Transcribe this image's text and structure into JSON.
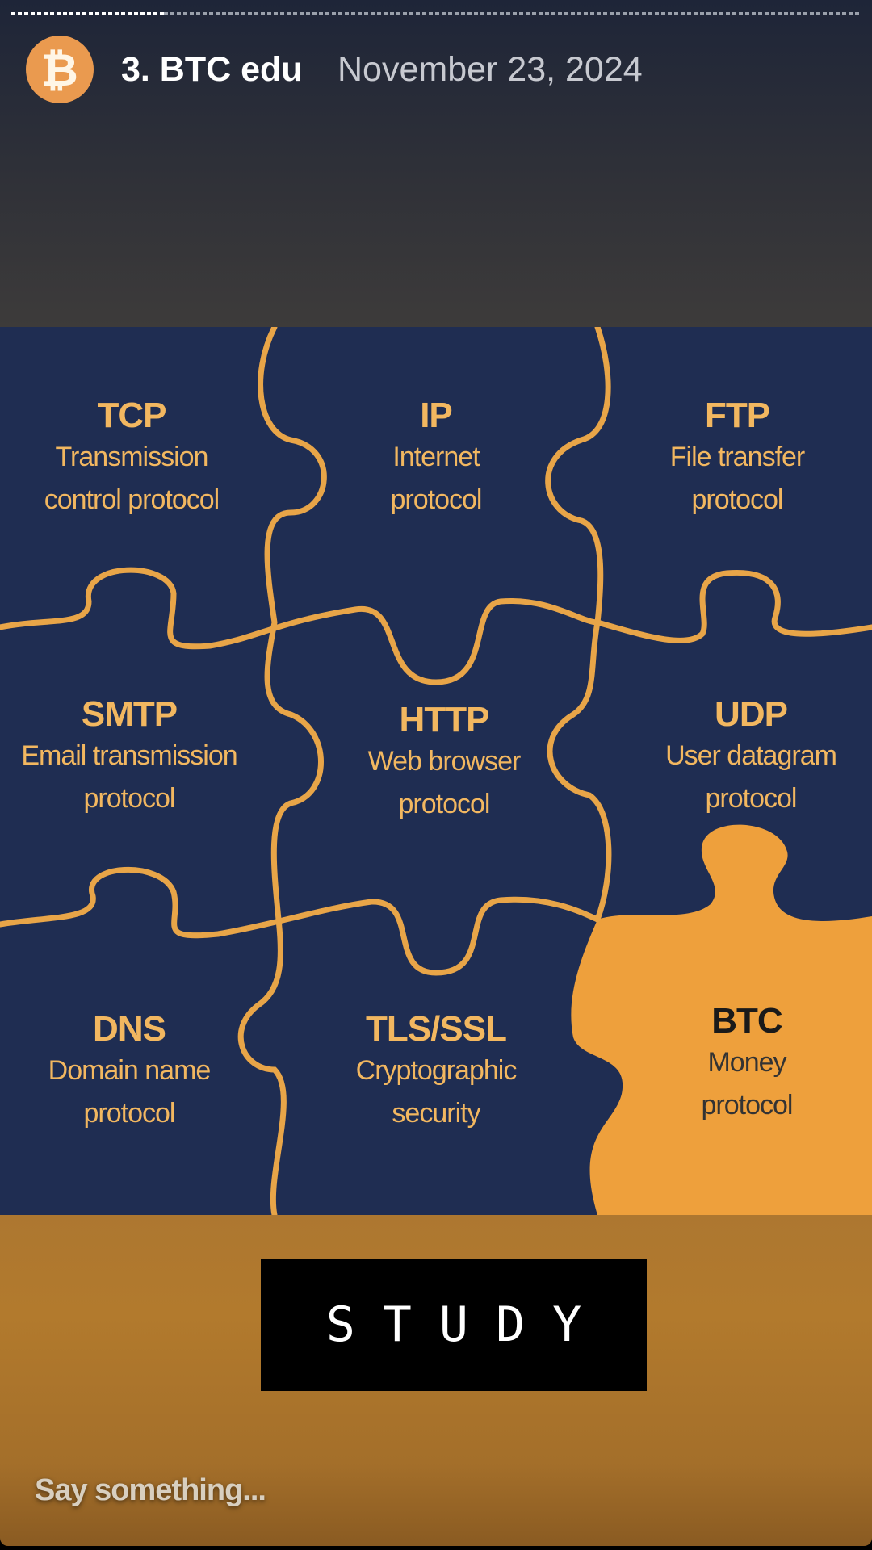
{
  "story": {
    "progress_fraction": 0.18,
    "avatar_icon": "bitcoin-icon",
    "avatar_glyph": "₿",
    "title": "3. BTC edu",
    "date": "November 23, 2024"
  },
  "puzzle": {
    "pieces": [
      {
        "heading": "TCP",
        "sub1": "Transmission",
        "sub2": "control protocol"
      },
      {
        "heading": "IP",
        "sub1": "Internet",
        "sub2": "protocol"
      },
      {
        "heading": "FTP",
        "sub1": "File transfer",
        "sub2": "protocol"
      },
      {
        "heading": "SMTP",
        "sub1": "Email transmission",
        "sub2": "protocol"
      },
      {
        "heading": "HTTP",
        "sub1": "Web browser",
        "sub2": "protocol"
      },
      {
        "heading": "UDP",
        "sub1": "User datagram",
        "sub2": "protocol"
      },
      {
        "heading": "DNS",
        "sub1": "Domain name",
        "sub2": "protocol"
      },
      {
        "heading": "TLS/SSL",
        "sub1": "Cryptographic",
        "sub2": "security"
      },
      {
        "heading": "BTC",
        "sub1": "Money",
        "sub2": "protocol"
      }
    ],
    "colors": {
      "background": "#1f2d52",
      "line": "#e8a548",
      "highlight": "#eea03c"
    }
  },
  "sticker": {
    "label": "STUDY"
  },
  "reply": {
    "placeholder": "Say something..."
  }
}
